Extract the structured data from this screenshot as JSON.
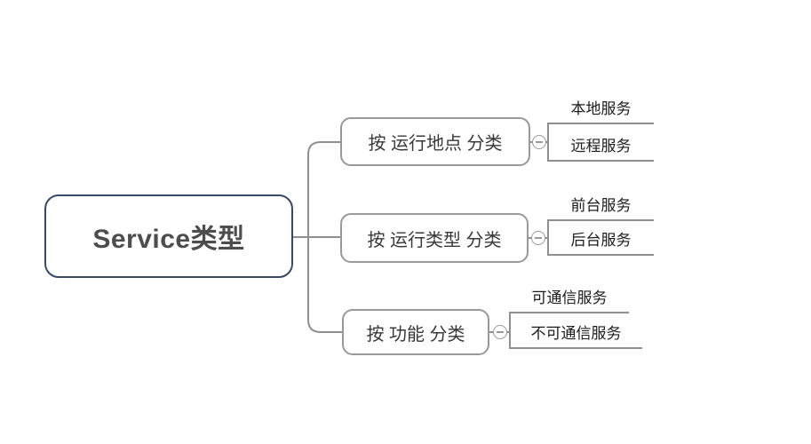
{
  "diagram": {
    "type": "mindmap",
    "root": {
      "label": "Service类型"
    },
    "branches": [
      {
        "label": "按 运行地点 分类",
        "children": [
          {
            "label": "本地服务"
          },
          {
            "label": "远程服务"
          }
        ]
      },
      {
        "label": "按 运行类型 分类",
        "children": [
          {
            "label": "前台服务"
          },
          {
            "label": "后台服务"
          }
        ]
      },
      {
        "label": "按 功能 分类",
        "children": [
          {
            "label": "可通信服务"
          },
          {
            "label": "不可通信服务"
          }
        ]
      }
    ],
    "colors": {
      "background": "#ffffff",
      "root_border": "#35496B",
      "branch_border": "#999999",
      "connector_line": "#8f8f8f",
      "root_text": "#4d4d4d",
      "branch_text": "#383838",
      "leaf_text": "#1c1c1c"
    },
    "icons": {
      "collapse": "minus-in-circle"
    }
  }
}
